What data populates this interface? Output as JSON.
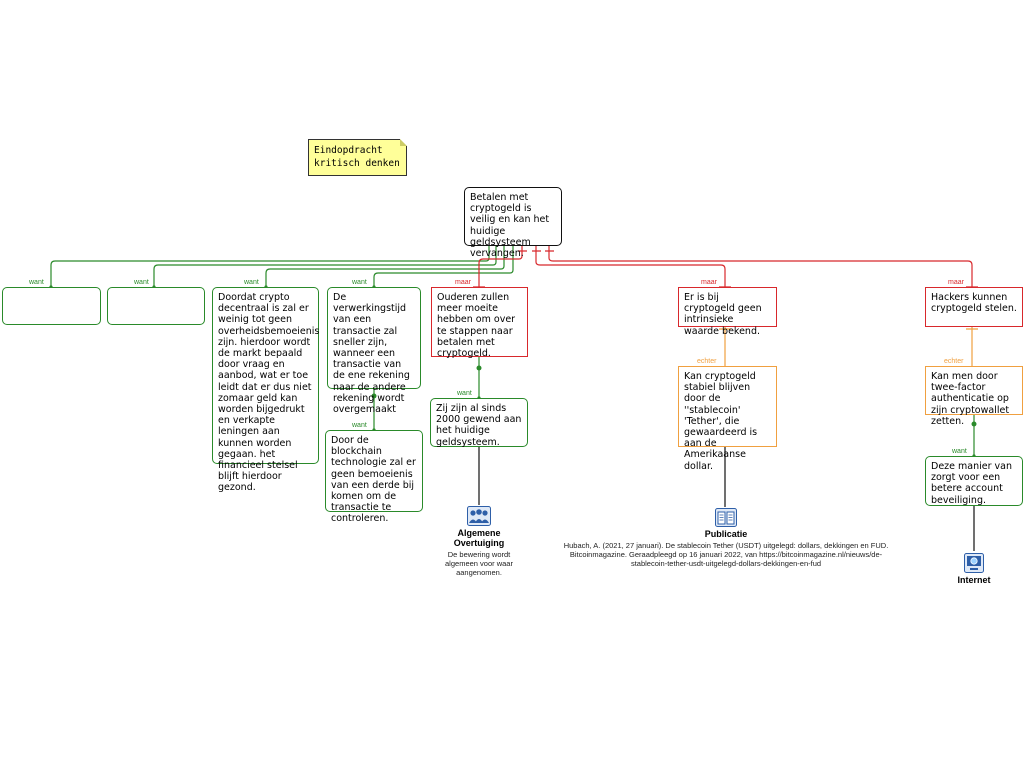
{
  "note": {
    "line1": "Eindopdracht",
    "line2": "kritisch denken"
  },
  "root": {
    "text": "Betalen met cryptogeld is veilig en kan het huidige geldsysteem vervangen."
  },
  "labels": {
    "want": "want",
    "maar": "maar",
    "echter": "echter"
  },
  "reasons": [
    {
      "text": ""
    },
    {
      "text": ""
    },
    {
      "text": "Doordat crypto decentraal is zal er weinig tot geen overheidsbemoeienis zijn. hierdoor wordt de markt bepaald door vraag en aanbod, wat er toe leidt dat er dus niet zomaar geld kan worden bijgedrukt en verkapte leningen aan kunnen worden gegaan. het financieel stelsel blijft hierdoor gezond."
    },
    {
      "text": "De verwerkingstijd van een transactie zal sneller zijn, wanneer een transactie van de ene rekening naar de andere rekening wordt overgemaakt"
    }
  ],
  "reason4_sub": {
    "text": "Door de blockchain technologie zal er geen bemoeienis van een derde bij komen om de transactie te controleren."
  },
  "objections": [
    {
      "text": "Ouderen zullen meer moeite hebben om over te stappen naar betalen met cryptogeld."
    },
    {
      "text": "Er is bij cryptogeld geen intrinsieke waarde bekend."
    },
    {
      "text": "Hackers kunnen cryptogeld stelen."
    }
  ],
  "rebuttals": [
    {
      "text": "Zij zijn al sinds 2000 gewend aan het huidige geldsysteem."
    },
    {
      "text": "Kan cryptogeld stabiel blijven door de ''stablecoin' 'Tether', die gewaardeerd is aan de Amerikaanse dollar."
    },
    {
      "text": "Kan men door twee-factor authenticatie op zijn cryptowallet zetten."
    }
  ],
  "support": {
    "text": "Deze manier van zorgt voor een betere account beveiliging."
  },
  "sources": {
    "belief": {
      "title_line1": "Algemene",
      "title_line2": "Overtuiging",
      "desc": "De bewering wordt algemeen voor waar aangenomen.",
      "icon": "people-icon"
    },
    "publication": {
      "title": "Publicatie",
      "desc": "Hubach, A. (2021, 27 januari). De stablecoin Tether (USDT) uitgelegd: dollars, dekkingen en FUD. Bitcoinmagazine. Geraadpleegd op 16 januari 2022, van https://bitcoinmagazine.nl/nieuws/de-stablecoin-tether-usdt-uitgelegd-dollars-dekkingen-en-fud",
      "icon": "book-icon"
    },
    "internet": {
      "title": "Internet",
      "icon": "computer-icon"
    }
  },
  "colors": {
    "want": "#2a8a2a",
    "maar": "#d8282c",
    "echter": "#f0a040",
    "note": "#ffff99"
  }
}
